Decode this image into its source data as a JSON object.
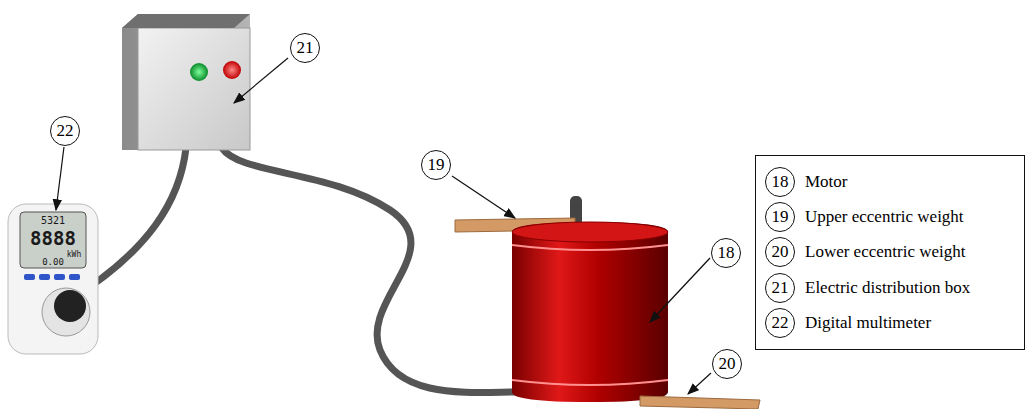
{
  "diagram": {
    "labels": [
      "21",
      "22",
      "5321",
      "8888",
      "kWh",
      "0.00",
      "19",
      "18",
      "20",
      "18",
      "19",
      "20",
      "21",
      "22"
    ],
    "legend": [
      {
        "text": "Motor"
      },
      {
        "text": "Upper eccentric weight"
      },
      {
        "text": "Lower eccentric weight"
      },
      {
        "text": "Electric distribution box"
      },
      {
        "text": "Digital multimeter"
      }
    ]
  }
}
